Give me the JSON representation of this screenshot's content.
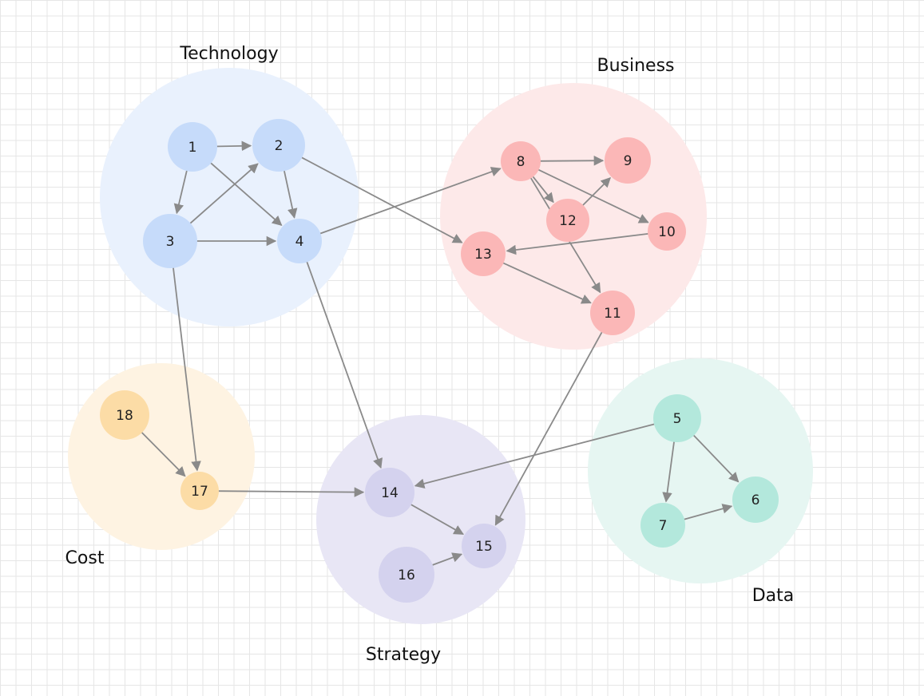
{
  "colors": {
    "edge": "#8a8a8a",
    "technology_cluster": "#e9f1fd",
    "technology_node": "#c6dbfa",
    "business_cluster": "#fde9e9",
    "business_node": "#fbb7b7",
    "data_cluster": "#e6f6f2",
    "data_node": "#b3e8dc",
    "cost_cluster": "#fef3e2",
    "cost_node": "#fcdca6",
    "strategy_cluster": "#e8e6f5",
    "strategy_node": "#d4d2ee"
  },
  "clusters": [
    {
      "id": "technology",
      "label": "Technology"
    },
    {
      "id": "business",
      "label": "Business"
    },
    {
      "id": "data",
      "label": "Data"
    },
    {
      "id": "cost",
      "label": "Cost"
    },
    {
      "id": "strategy",
      "label": "Strategy"
    }
  ],
  "nodes": [
    {
      "id": "1",
      "label": "1",
      "cluster": "technology"
    },
    {
      "id": "2",
      "label": "2",
      "cluster": "technology"
    },
    {
      "id": "3",
      "label": "3",
      "cluster": "technology"
    },
    {
      "id": "4",
      "label": "4",
      "cluster": "technology"
    },
    {
      "id": "5",
      "label": "5",
      "cluster": "data"
    },
    {
      "id": "6",
      "label": "6",
      "cluster": "data"
    },
    {
      "id": "7",
      "label": "7",
      "cluster": "data"
    },
    {
      "id": "8",
      "label": "8",
      "cluster": "business"
    },
    {
      "id": "9",
      "label": "9",
      "cluster": "business"
    },
    {
      "id": "10",
      "label": "10",
      "cluster": "business"
    },
    {
      "id": "11",
      "label": "11",
      "cluster": "business"
    },
    {
      "id": "12",
      "label": "12",
      "cluster": "business"
    },
    {
      "id": "13",
      "label": "13",
      "cluster": "business"
    },
    {
      "id": "14",
      "label": "14",
      "cluster": "strategy"
    },
    {
      "id": "15",
      "label": "15",
      "cluster": "strategy"
    },
    {
      "id": "16",
      "label": "16",
      "cluster": "strategy"
    },
    {
      "id": "17",
      "label": "17",
      "cluster": "cost"
    },
    {
      "id": "18",
      "label": "18",
      "cluster": "cost"
    }
  ],
  "edges": [
    {
      "from": "1",
      "to": "2"
    },
    {
      "from": "1",
      "to": "3"
    },
    {
      "from": "1",
      "to": "4"
    },
    {
      "from": "3",
      "to": "2"
    },
    {
      "from": "2",
      "to": "4"
    },
    {
      "from": "3",
      "to": "4"
    },
    {
      "from": "2",
      "to": "13"
    },
    {
      "from": "4",
      "to": "8"
    },
    {
      "from": "3",
      "to": "17"
    },
    {
      "from": "4",
      "to": "14"
    },
    {
      "from": "8",
      "to": "9"
    },
    {
      "from": "8",
      "to": "12"
    },
    {
      "from": "12",
      "to": "9"
    },
    {
      "from": "8",
      "to": "10"
    },
    {
      "from": "8",
      "to": "11"
    },
    {
      "from": "10",
      "to": "13"
    },
    {
      "from": "13",
      "to": "11"
    },
    {
      "from": "11",
      "to": "15"
    },
    {
      "from": "5",
      "to": "14"
    },
    {
      "from": "5",
      "to": "7"
    },
    {
      "from": "5",
      "to": "6"
    },
    {
      "from": "7",
      "to": "6"
    },
    {
      "from": "18",
      "to": "17"
    },
    {
      "from": "17",
      "to": "14"
    },
    {
      "from": "14",
      "to": "15"
    },
    {
      "from": "16",
      "to": "15"
    }
  ]
}
